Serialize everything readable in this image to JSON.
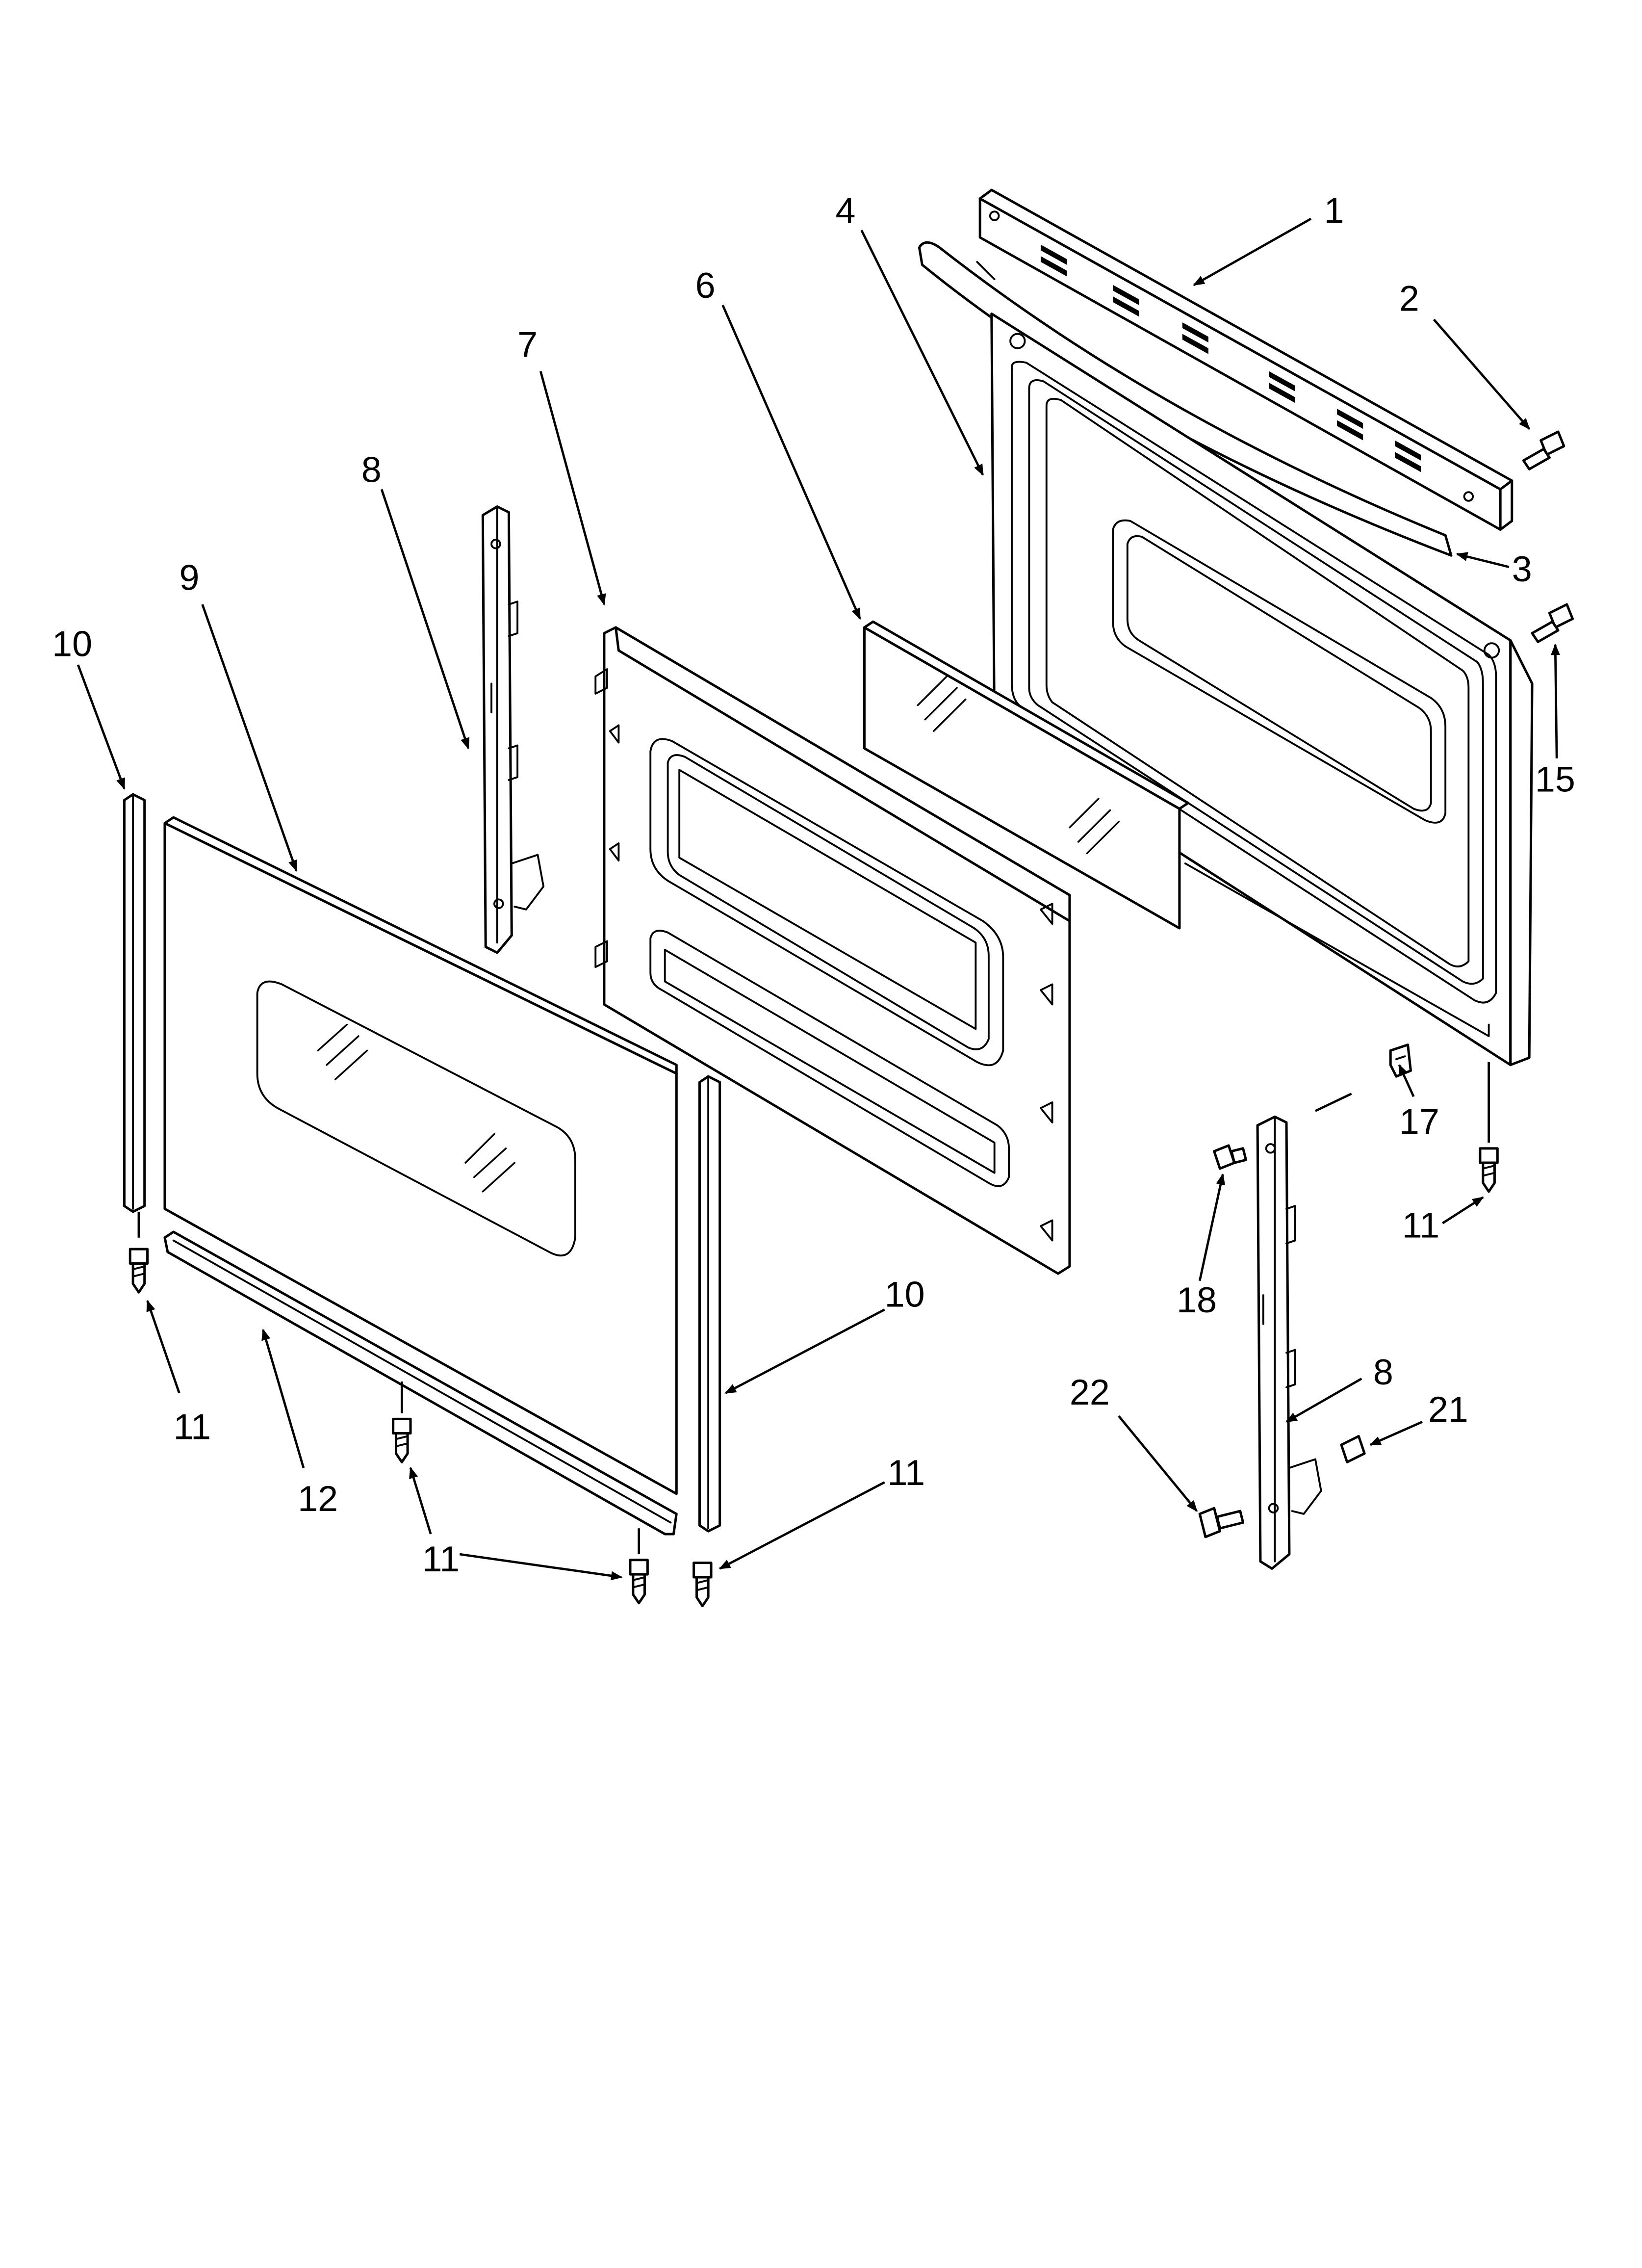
{
  "callouts": {
    "c1": "1",
    "c2": "2",
    "c3": "3",
    "c4": "4",
    "c6": "6",
    "c7": "7",
    "c8a": "8",
    "c8b": "8",
    "c9": "9",
    "c10a": "10",
    "c10b": "10",
    "c11a": "11",
    "c11b": "11",
    "c11c": "11",
    "c11d": "11",
    "c12": "12",
    "c15": "15",
    "c17": "17",
    "c18": "18",
    "c21": "21",
    "c22": "22"
  }
}
